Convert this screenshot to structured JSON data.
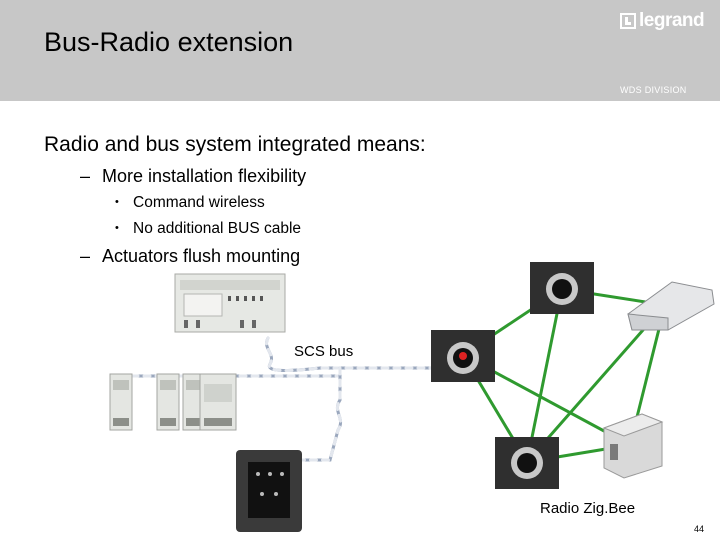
{
  "slide": {
    "title": "Bus-Radio extension",
    "logo_text": "legrand",
    "division": "WDS DIVISION",
    "page_number": "44"
  },
  "content": {
    "heading": "Radio and bus system integrated means:",
    "items": [
      {
        "label": "More installation flexibility",
        "subitems": [
          "Command wireless",
          "No additional BUS cable"
        ]
      },
      {
        "label": "Actuators flush mounting",
        "subitems": []
      }
    ]
  },
  "diagram": {
    "scs_bus_label": "SCS bus",
    "radio_label": "Radio Zig.Bee",
    "colors": {
      "radio_link": "#2f9a2f",
      "bus_cable": "#a9b4c6",
      "header": "#c7c7c7"
    }
  }
}
